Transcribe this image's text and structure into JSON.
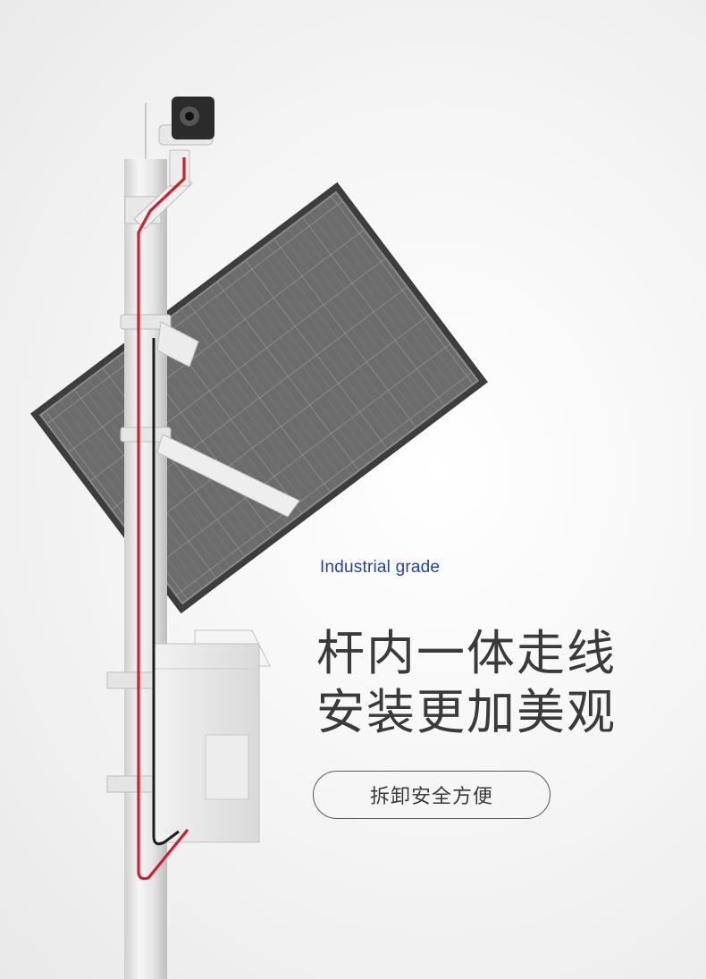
{
  "tagline": "Industrial grade",
  "headline": {
    "line1": "杆内一体走线",
    "line2": "安装更加美观"
  },
  "badge": "拆卸安全方便",
  "colors": {
    "tagline": "#2343a8",
    "headline": "#3a3a3a",
    "cable": "#d21e2a",
    "panel": "#6f6f6f"
  },
  "icons": [
    "bullet-camera-icon",
    "solar-panel-icon",
    "electrical-box-icon"
  ]
}
